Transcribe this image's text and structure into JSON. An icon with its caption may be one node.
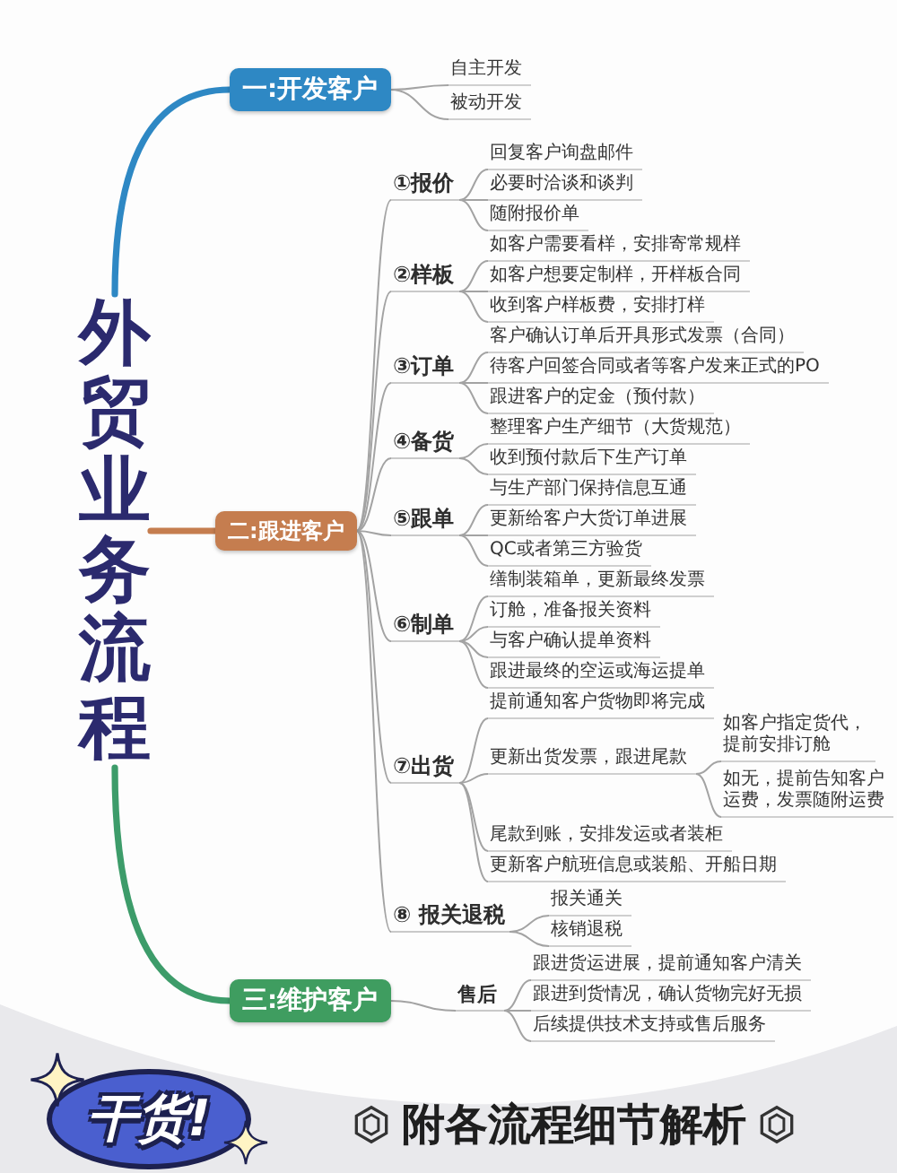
{
  "diagram": {
    "nodes": [
      {
        "text": [
          "外贸业务流程"
        ]
      },
      {
        "text": [
          "一:开发客户"
        ]
      },
      {
        "text": [
          "自主开发"
        ]
      },
      {
        "text": [
          "被动开发"
        ]
      },
      {
        "text": [
          "二:跟进客户"
        ]
      },
      {
        "text": [
          "①报价"
        ]
      },
      {
        "text": [
          "回复客户询盘邮件"
        ]
      },
      {
        "text": [
          "必要时洽谈和谈判"
        ]
      },
      {
        "text": [
          "随附报价单"
        ]
      },
      {
        "text": [
          "②样板"
        ]
      },
      {
        "text": [
          "如客户需要看样，安排寄常规样"
        ]
      },
      {
        "text": [
          "如客户想要定制样，开样板合同"
        ]
      },
      {
        "text": [
          "收到客户样板费，安排打样"
        ]
      },
      {
        "text": [
          "③订单"
        ]
      },
      {
        "text": [
          "客户确认订单后开具形式发票（合同）"
        ]
      },
      {
        "text": [
          "待客户回签合同或者等客户发来正式的PO"
        ]
      },
      {
        "text": [
          "跟进客户的定金（预付款）"
        ]
      },
      {
        "text": [
          "④备货"
        ]
      },
      {
        "text": [
          "整理客户生产细节（大货规范）"
        ]
      },
      {
        "text": [
          "收到预付款后下生产订单"
        ]
      },
      {
        "text": [
          "⑤跟单"
        ]
      },
      {
        "text": [
          "与生产部门保持信息互通"
        ]
      },
      {
        "text": [
          "更新给客户大货订单进展"
        ]
      },
      {
        "text": [
          "QC或者第三方验货"
        ]
      },
      {
        "text": [
          "⑥制单"
        ]
      },
      {
        "text": [
          "缮制装箱单，更新最终发票"
        ]
      },
      {
        "text": [
          "订舱，准备报关资料"
        ]
      },
      {
        "text": [
          "与客户确认提单资料"
        ]
      },
      {
        "text": [
          "跟进最终的空运或海运提单"
        ]
      },
      {
        "text": [
          "⑦出货"
        ]
      },
      {
        "text": [
          "提前通知客户货物即将完成"
        ]
      },
      {
        "text": [
          "更新出货发票，跟进尾款"
        ]
      },
      {
        "text": [
          "如客户指定货代，提前安排订舱"
        ]
      },
      {
        "text": [
          "如无，提前告知客户运费，发票随附运费"
        ]
      },
      {
        "text": [
          "尾款到账，安排发运或者装柜"
        ]
      },
      {
        "text": [
          "更新客户航班信息或装船、开船日期"
        ]
      },
      {
        "text": [
          "⑧ 报关退税"
        ]
      },
      {
        "text": [
          "报关通关"
        ]
      },
      {
        "text": [
          "核销退税"
        ]
      },
      {
        "text": [
          "三:维护客户"
        ]
      },
      {
        "text": [
          "售后"
        ]
      },
      {
        "text": [
          "跟进货运进展，提前通知客户清关"
        ]
      },
      {
        "text": [
          "跟进到货情况，确认货物完好无损"
        ]
      },
      {
        "text": [
          "后续提供技术支持或售后服务"
        ]
      }
    ],
    "edges": [
      {
        "from": 0,
        "to": 1,
        "arrow": "none",
        "style": "thick",
        "color": "#2e88c4"
      },
      {
        "from": 1,
        "to": 2,
        "arrow": "none"
      },
      {
        "from": 1,
        "to": 3,
        "arrow": "none"
      },
      {
        "from": 0,
        "to": 4,
        "arrow": "none",
        "style": "thick",
        "color": "#c57d4f"
      },
      {
        "from": 4,
        "to": 5,
        "arrow": "none"
      },
      {
        "from": 5,
        "to": 6,
        "arrow": "none"
      },
      {
        "from": 5,
        "to": 7,
        "arrow": "none"
      },
      {
        "from": 5,
        "to": 8,
        "arrow": "none"
      },
      {
        "from": 4,
        "to": 9,
        "arrow": "none"
      },
      {
        "from": 9,
        "to": 10,
        "arrow": "none"
      },
      {
        "from": 9,
        "to": 11,
        "arrow": "none"
      },
      {
        "from": 9,
        "to": 12,
        "arrow": "none"
      },
      {
        "from": 4,
        "to": 13,
        "arrow": "none"
      },
      {
        "from": 13,
        "to": 14,
        "arrow": "none"
      },
      {
        "from": 13,
        "to": 15,
        "arrow": "none"
      },
      {
        "from": 13,
        "to": 16,
        "arrow": "none"
      },
      {
        "from": 4,
        "to": 17,
        "arrow": "none"
      },
      {
        "from": 17,
        "to": 18,
        "arrow": "none"
      },
      {
        "from": 17,
        "to": 19,
        "arrow": "none"
      },
      {
        "from": 4,
        "to": 20,
        "arrow": "none"
      },
      {
        "from": 20,
        "to": 21,
        "arrow": "none"
      },
      {
        "from": 20,
        "to": 22,
        "arrow": "none"
      },
      {
        "from": 20,
        "to": 23,
        "arrow": "none"
      },
      {
        "from": 4,
        "to": 24,
        "arrow": "none"
      },
      {
        "from": 24,
        "to": 25,
        "arrow": "none"
      },
      {
        "from": 24,
        "to": 26,
        "arrow": "none"
      },
      {
        "from": 24,
        "to": 27,
        "arrow": "none"
      },
      {
        "from": 24,
        "to": 28,
        "arrow": "none"
      },
      {
        "from": 4,
        "to": 29,
        "arrow": "none"
      },
      {
        "from": 29,
        "to": 30,
        "arrow": "none"
      },
      {
        "from": 29,
        "to": 31,
        "arrow": "none"
      },
      {
        "from": 31,
        "to": 32,
        "arrow": "none"
      },
      {
        "from": 31,
        "to": 33,
        "arrow": "none"
      },
      {
        "from": 29,
        "to": 34,
        "arrow": "none"
      },
      {
        "from": 29,
        "to": 35,
        "arrow": "none"
      },
      {
        "from": 4,
        "to": 36,
        "arrow": "none"
      },
      {
        "from": 36,
        "to": 37,
        "arrow": "none"
      },
      {
        "from": 36,
        "to": 38,
        "arrow": "none"
      },
      {
        "from": 0,
        "to": 39,
        "arrow": "none",
        "style": "thick",
        "color": "#3d9c6a"
      },
      {
        "from": 39,
        "to": 40,
        "arrow": "none"
      },
      {
        "from": 40,
        "to": 41,
        "arrow": "none"
      },
      {
        "from": 40,
        "to": 42,
        "arrow": "none"
      },
      {
        "from": 40,
        "to": 43,
        "arrow": "none"
      }
    ],
    "labels": [
      "干货!",
      "附各流程细节解析"
    ]
  }
}
